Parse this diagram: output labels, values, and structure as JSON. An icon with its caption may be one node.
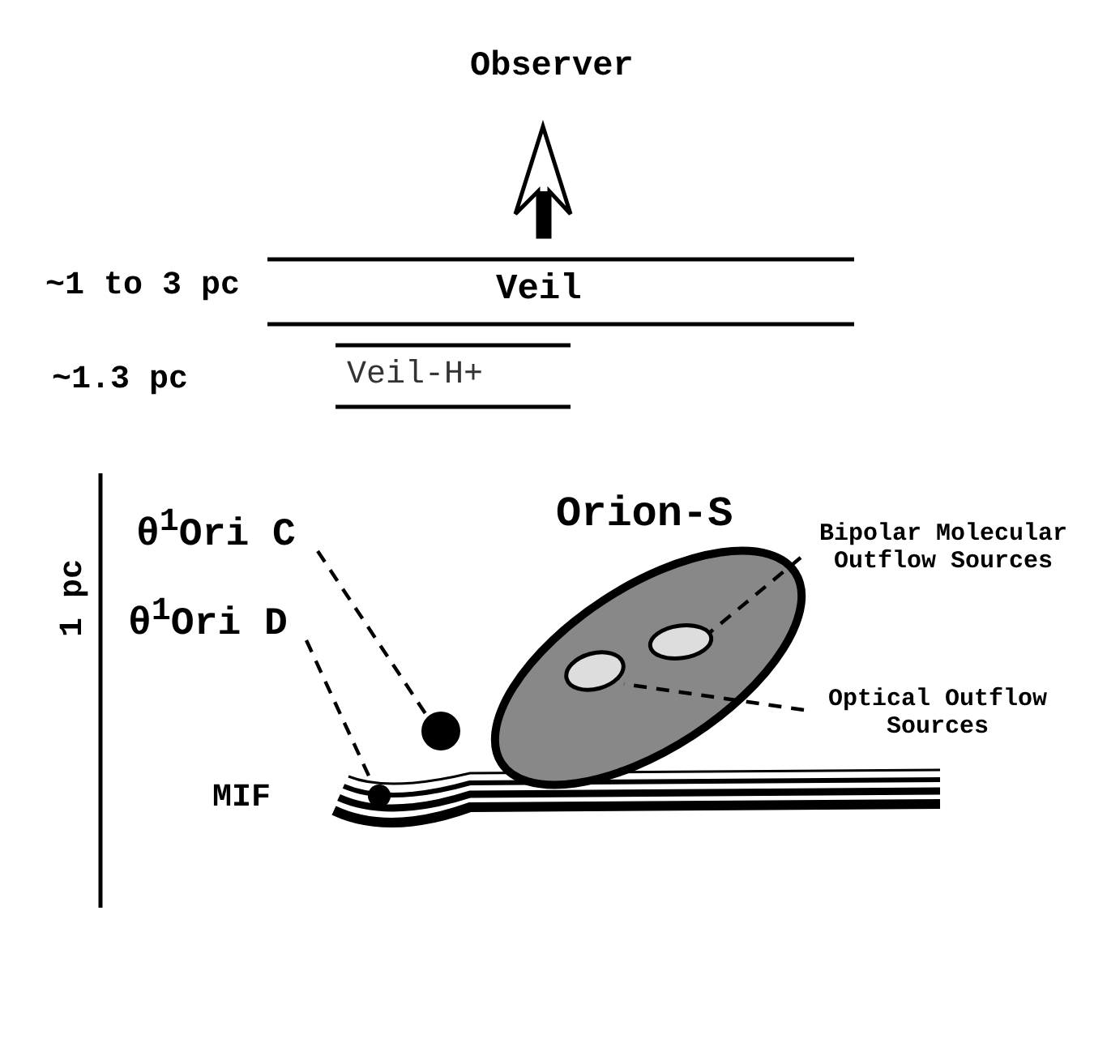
{
  "diagram": {
    "nodes": [
      {
        "text": [
          "θ$^{1}$Ori C"
        ]
      },
      {
        "text": [],
        "shape": "circle"
      },
      {
        "text": [
          "θ$^{1}$Ori D"
        ]
      },
      {
        "text": [],
        "shape": "circle"
      },
      {
        "text": [
          "Orion-S"
        ]
      },
      {
        "text": [
          "Bipolar Molecular Outflow Sources"
        ]
      },
      {
        "text": [],
        "shape": "ellipse",
        "in": 4
      },
      {
        "text": [
          "Optical Outflow Sources"
        ]
      },
      {
        "text": [],
        "shape": "ellipse",
        "in": 4
      }
    ],
    "edges": [
      {
        "from": 0,
        "to": 1,
        "arrow": "none",
        "style": "dashed"
      },
      {
        "from": 2,
        "to": 3,
        "arrow": "none",
        "style": "dashed"
      },
      {
        "from": 5,
        "to": 6,
        "arrow": "none",
        "style": "dashed"
      },
      {
        "from": 7,
        "to": 8,
        "arrow": "none",
        "style": "dashed"
      }
    ],
    "labels": [
      "Observer",
      "~1 to 3 pc",
      "Veil",
      "~1.3 pc",
      "Veil-H+",
      "1 pc",
      "MIF"
    ]
  }
}
